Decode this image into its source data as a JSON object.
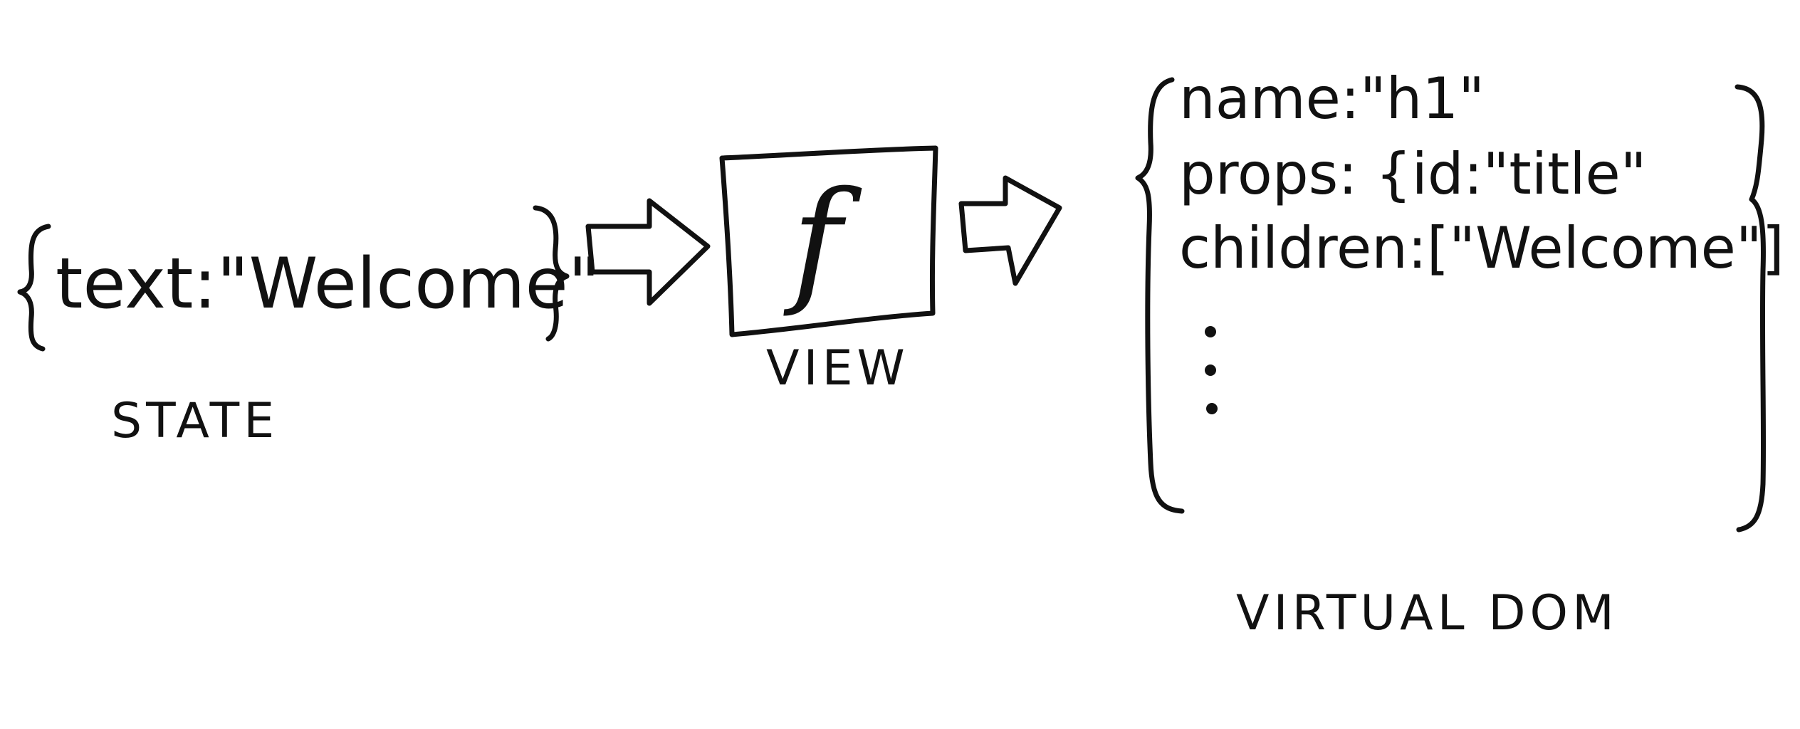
{
  "state": {
    "object_text": "text:\"Welcome\"",
    "caption": "STATE"
  },
  "view": {
    "function_symbol": "f",
    "caption": "VIEW"
  },
  "virtual_dom": {
    "lines": [
      "name:\"h1\"",
      "props: {id:\"title\"",
      "children:[\"Welcome\"]"
    ],
    "caption": "VIRTUAL DOM"
  },
  "colors": {
    "ink": "#111111",
    "background": "#ffffff"
  }
}
